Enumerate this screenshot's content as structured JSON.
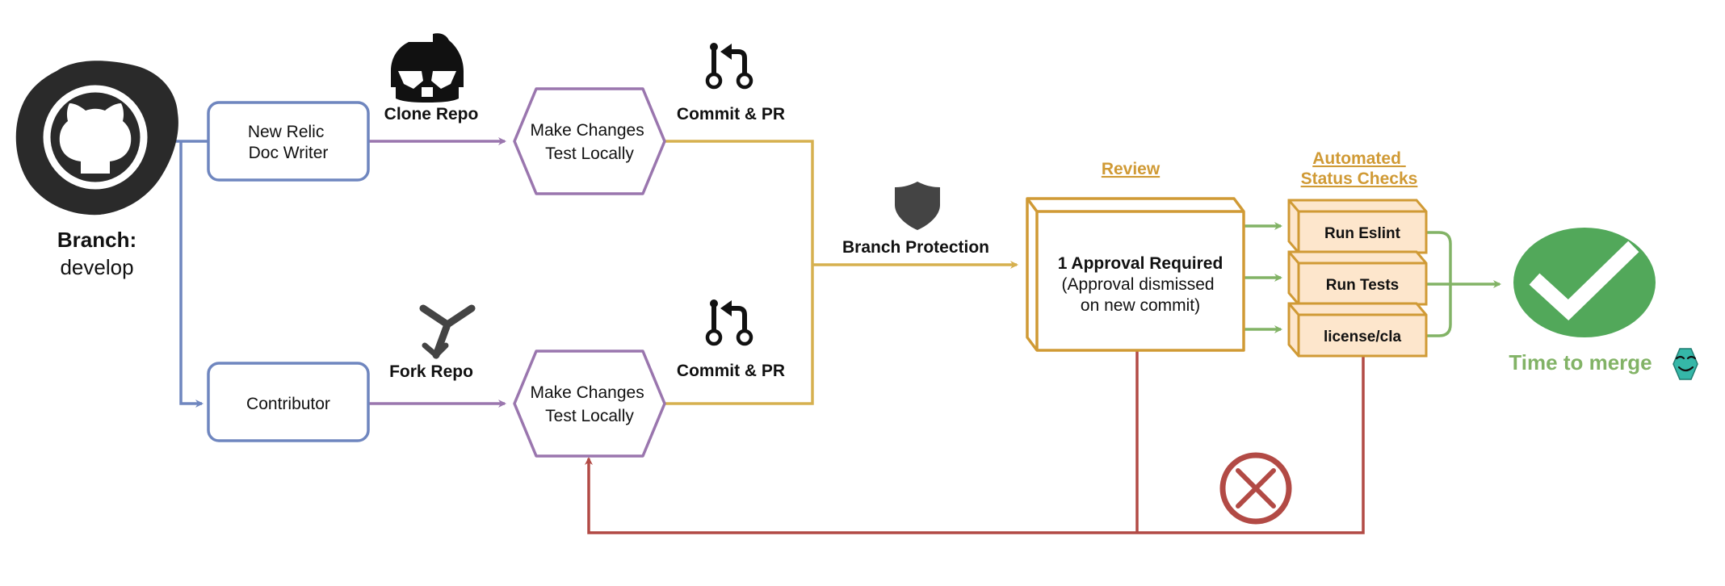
{
  "colors": {
    "blue": "#6f86bf",
    "purple": "#9a76ae",
    "gold": "#d6b04f",
    "orange": "#d09a35",
    "red": "#b24a45",
    "green": "#82b366",
    "check_green": "#52a85a",
    "box_fill": "#fde6cc",
    "hex_teal": "#35b7a8"
  },
  "source": {
    "icon": "github-icon",
    "branch_label": "Branch:",
    "branch_name": "develop"
  },
  "actors": {
    "writer": "New Relic Doc Writer",
    "contributor": "Contributor"
  },
  "actions": {
    "clone": {
      "label": "Clone Repo",
      "icon": "clone-trooper-helmet-icon"
    },
    "fork": {
      "label": "Fork Repo",
      "icon": "fork-icon"
    },
    "commit_top": {
      "label": "Commit & PR",
      "icon": "pull-request-icon"
    },
    "commit_bottom": {
      "label": "Commit & PR",
      "icon": "pull-request-icon"
    }
  },
  "steps": {
    "make_changes_top": [
      "Make Changes",
      "Test Locally"
    ],
    "make_changes_bottom": [
      "Make Changes",
      "Test Locally"
    ]
  },
  "protection": {
    "label": "Branch Protection",
    "icon": "shield-icon"
  },
  "review": {
    "heading": "Review",
    "title": "1 Approval Required",
    "note_lines": [
      "(Approval dismissed",
      "on new commit)"
    ]
  },
  "status_checks": {
    "heading_lines": [
      "Automated",
      "Status Checks"
    ],
    "checks": [
      "Run Eslint",
      "Run Tests",
      "license/cla"
    ]
  },
  "merge": {
    "label": "Time to merge",
    "icon": "checkmark-icon",
    "emoji_icon": "smiling-hexagon-icon"
  },
  "failure": {
    "icon": "x-circle-icon"
  }
}
